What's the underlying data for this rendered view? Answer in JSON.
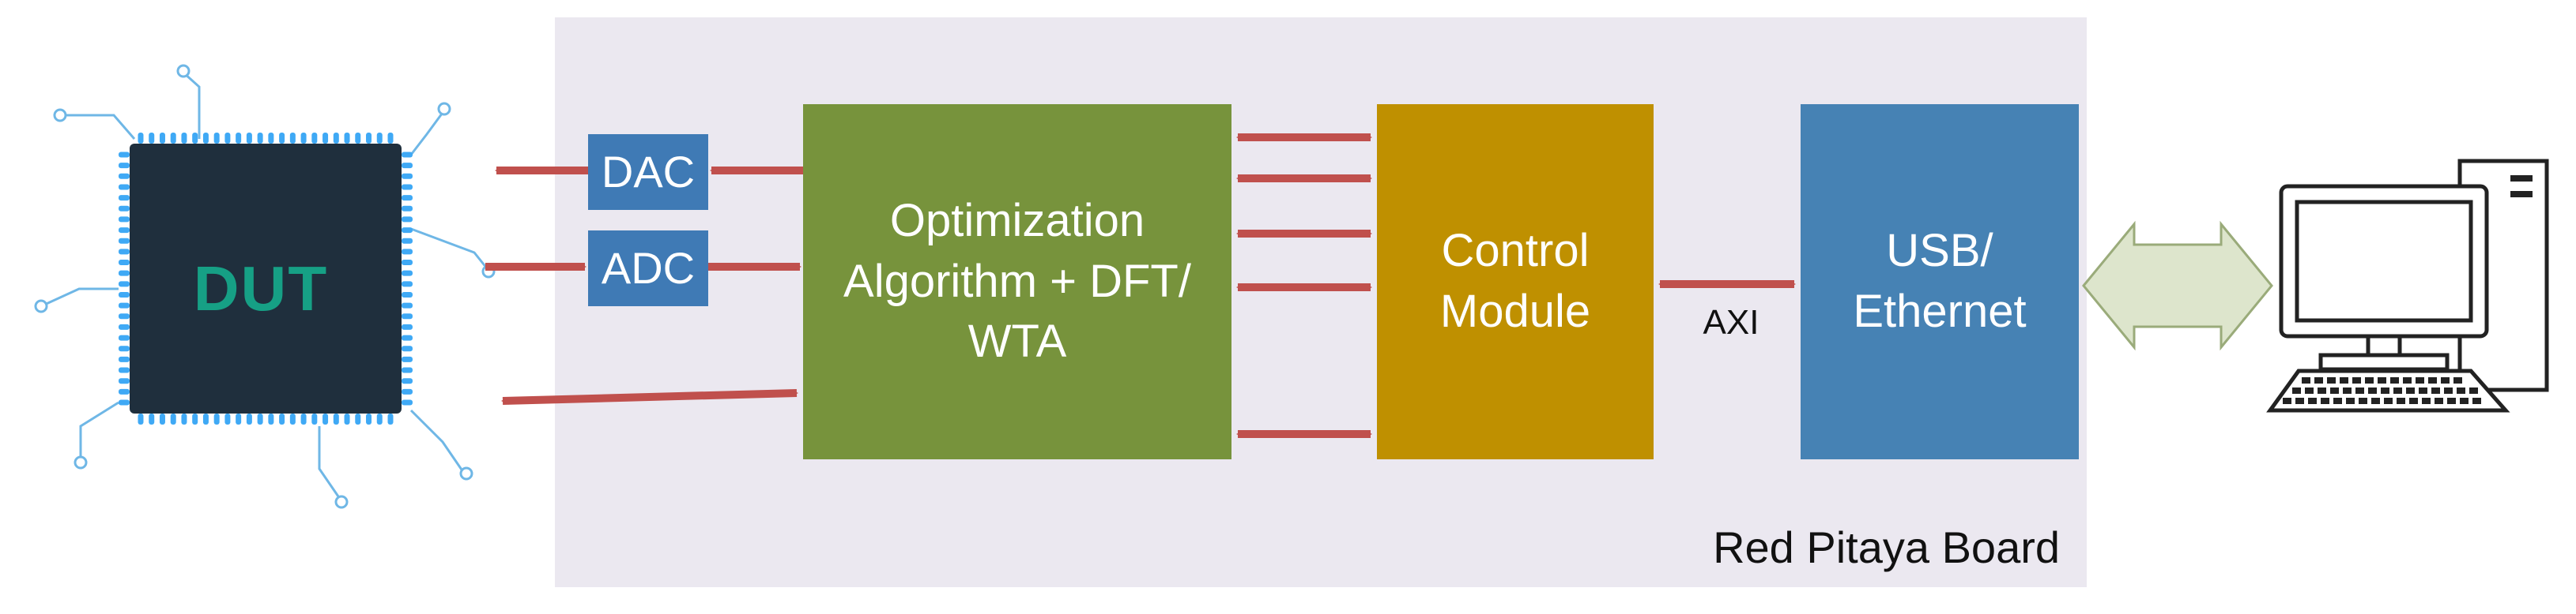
{
  "dut": {
    "label": "DUT"
  },
  "board": {
    "label": "Red Pitaya Board"
  },
  "blocks": {
    "dac": "DAC",
    "adc": "ADC",
    "optimization": [
      "Optimization",
      "Algorithm + DFT/",
      "WTA"
    ],
    "control": [
      "Control",
      "Module"
    ],
    "usb": [
      "USB/",
      "Ethernet"
    ]
  },
  "links": {
    "axi": "AXI"
  },
  "colors": {
    "board_bg": "#ebe8f0",
    "converter": "#3f7ab5",
    "optimization": "#77933c",
    "control": "#bf9000",
    "usb": "#4682b4",
    "arrow": "#c0504d",
    "chip": "#1f2f3d",
    "chip_pins": "#3fa9f5",
    "dut_text": "#16a085",
    "big_arrow_fill": "#dde5cc"
  },
  "icons": {
    "dut": "chip-icon",
    "computer": "desktop-computer-icon"
  }
}
